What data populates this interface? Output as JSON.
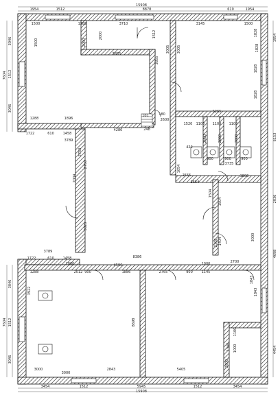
{
  "title": "",
  "dims_top": {
    "overall": "15908",
    "segments": [
      "1954",
      "1512",
      "8878",
      "610",
      "1954"
    ]
  },
  "dims_bottom": {
    "overall": "15908",
    "segments": [
      "3454",
      "1512",
      "5945",
      "1512",
      "3454"
    ]
  },
  "dims_left": {
    "upper_total": "7604",
    "upper": [
      "3046",
      "1512",
      "3046"
    ],
    "lower_total": "7604",
    "lower": [
      "3046",
      "1512",
      "3046"
    ]
  },
  "dims_right": {
    "upper": [
      "1954",
      "6153"
    ],
    "lower": [
      "2036",
      "4698",
      "4454"
    ]
  },
  "room_dims": [
    "1500",
    "1388",
    "1500",
    "1500",
    "3710",
    "3145",
    "2000",
    "2000",
    "3855",
    "3855",
    "3005",
    "3005",
    "1828",
    "1828",
    "1828",
    "1828",
    "1512",
    "1288",
    "1896",
    "1722",
    "610",
    "1458",
    "3789",
    "4280",
    "101",
    "180",
    "2600",
    "248",
    "5265",
    "1520",
    "1100",
    "1100",
    "1100",
    "2800",
    "2800",
    "2800",
    "900",
    "900",
    "900",
    "3735",
    "422",
    "1054",
    "2555",
    "2554",
    "1800",
    "1504",
    "1504",
    "2750",
    "2750",
    "2004",
    "3825",
    "3000",
    "2308",
    "1404",
    "2700",
    "1722",
    "610",
    "1458",
    "3789",
    "1288",
    "2012",
    "900",
    "1886",
    "8386",
    "4596",
    "1060",
    "2765",
    "900",
    "1145",
    "1000",
    "1843",
    "1843",
    "3922",
    "8698",
    "1100",
    "1000",
    "2843",
    "5405",
    "3000",
    "3000",
    "1340",
    "2800"
  ]
}
